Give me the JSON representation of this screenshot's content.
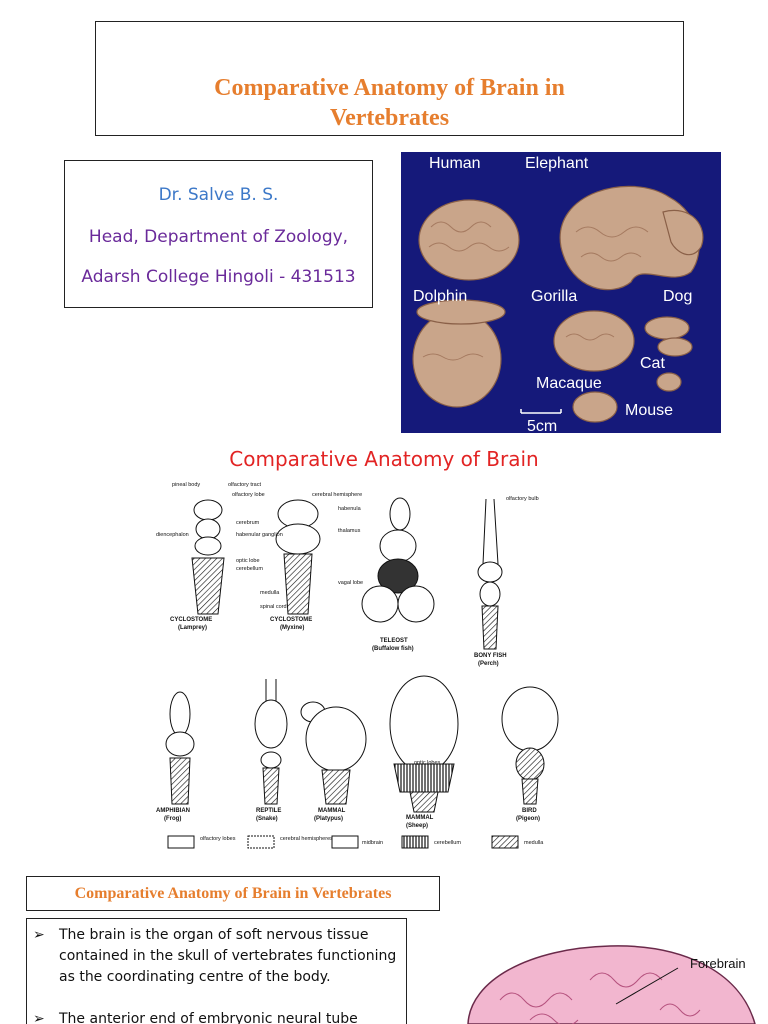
{
  "title": "Comparative Anatomy  of Brain in Vertebrates",
  "author": {
    "name": "Dr. Salve B. S.",
    "designation": "Head, Department of Zoology,",
    "college": "Adarsh College Hingoli - 431513"
  },
  "brain_photo": {
    "labels": {
      "human": "Human",
      "elephant": "Elephant",
      "dolphin": "Dolphin",
      "gorilla": "Gorilla",
      "dog": "Dog",
      "cat": "Cat",
      "macaque": "Macaque",
      "mouse": "Mouse",
      "scale": "5cm"
    },
    "colors": {
      "background": "#15197a",
      "brain": "#c9a58a"
    }
  },
  "diagram": {
    "title": "Comparative Anatomy of Brain",
    "specimens": {
      "cyclostome_lamprey": [
        "CYCLOSTOME",
        "(Lamprey)"
      ],
      "cyclostome_myxine": [
        "CYCLOSTOME",
        "(Myxine)"
      ],
      "teleost": [
        "TELEOST",
        "(Buffalow fish)"
      ],
      "bony_fish": [
        "BONY FISH",
        "(Perch)"
      ],
      "amphibian": [
        "AMPHIBIAN",
        "(Frog)"
      ],
      "reptile": [
        "REPTILE",
        "(Snake)"
      ],
      "mammal_platypus": [
        "MAMMAL",
        "(Platypus)"
      ],
      "mammal_sheep": [
        "MAMMAL",
        "(Sheep)"
      ],
      "bird": [
        "BIRD",
        "(Pigeon)"
      ]
    },
    "labels": {
      "pineal_body": "pineal body",
      "olfactory_tract": "olfactory tract",
      "olfactory_lobe": "olfactory lobe",
      "cerebrum": "cerebrum",
      "diencephalon": "diencephalon",
      "habenular_ganglion": "habenular ganglion",
      "optic_lobe": "optic lobe",
      "cerebellum": "cerebellum",
      "medulla": "medulla",
      "spinal_cord": "spinal cord",
      "cerebral_hemisphere": "cerebral hemisphere",
      "habenula": "habenula",
      "thalamus": "thalamus",
      "vagal_lobe": "vagal lobe",
      "olfactory_bulb": "olfactory bulb",
      "optic_lobes": "optic lobes",
      "olfactory_bulb_short": "olfactory bulb"
    },
    "legend": {
      "olfactory": "olfactory lobes",
      "cerebral": "cerebral hemispheres cerebrum",
      "midbrain": "midbrain",
      "cerebellum": "cerebellum",
      "medulla": "medulla"
    }
  },
  "section_heading": "Comparative Anatomy  of Brain in Vertebrates",
  "bullets": {
    "mark": "➢",
    "items": [
      " The brain is the organ of soft nervous tissue contained in the skull of vertebrates functioning as the coordinating centre of the body.",
      "The anterior end of embryonic neural tube"
    ]
  },
  "forebrain_figure": {
    "label": "Forebrain",
    "color": "#f2b6cf"
  }
}
